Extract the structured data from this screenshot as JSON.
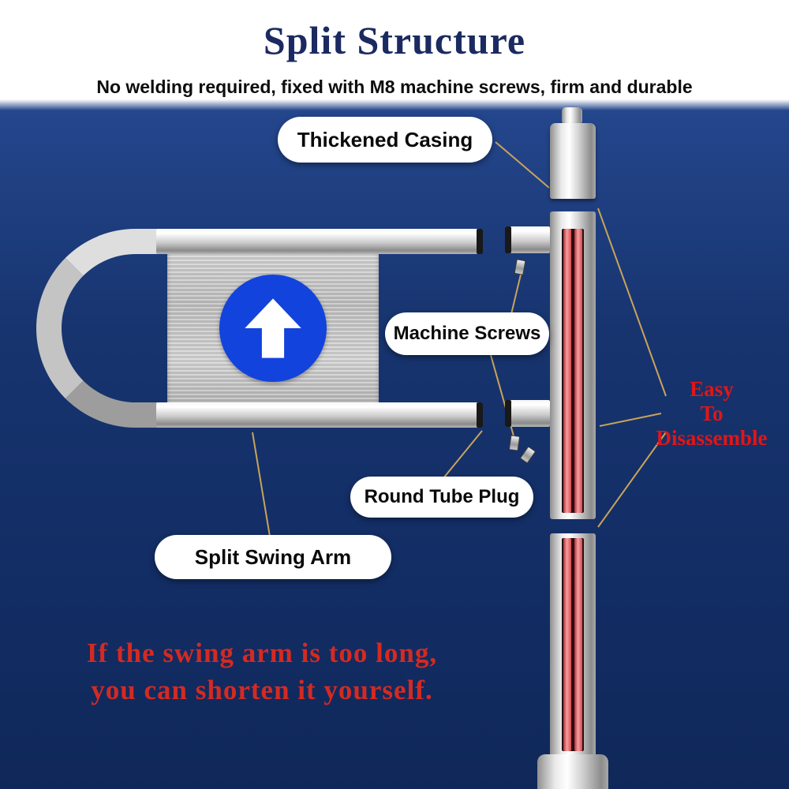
{
  "title": "Split Structure",
  "subtitle": "No welding required, fixed with M8 machine screws, firm and durable",
  "labels": {
    "thickened_casing": "Thickened Casing",
    "machine_screws": "Machine Screws",
    "round_tube_plug": "Round Tube Plug",
    "split_swing_arm": "Split Swing Arm"
  },
  "annotations": {
    "easy_line1": "Easy",
    "easy_line2": "To",
    "easy_line3": "Disassemble",
    "note_line1": "If the swing arm is too long,",
    "note_line2": "you can shorten it yourself."
  },
  "icons": {
    "arrow_sign": "up-arrow"
  },
  "colors": {
    "background_blue": "#17346f",
    "title_navy": "#1b2a60",
    "accent_red": "#d42a22",
    "leader_line": "#c9a45a",
    "arrow_circle_blue": "#1243dd",
    "rod_red": "#d64a50"
  }
}
